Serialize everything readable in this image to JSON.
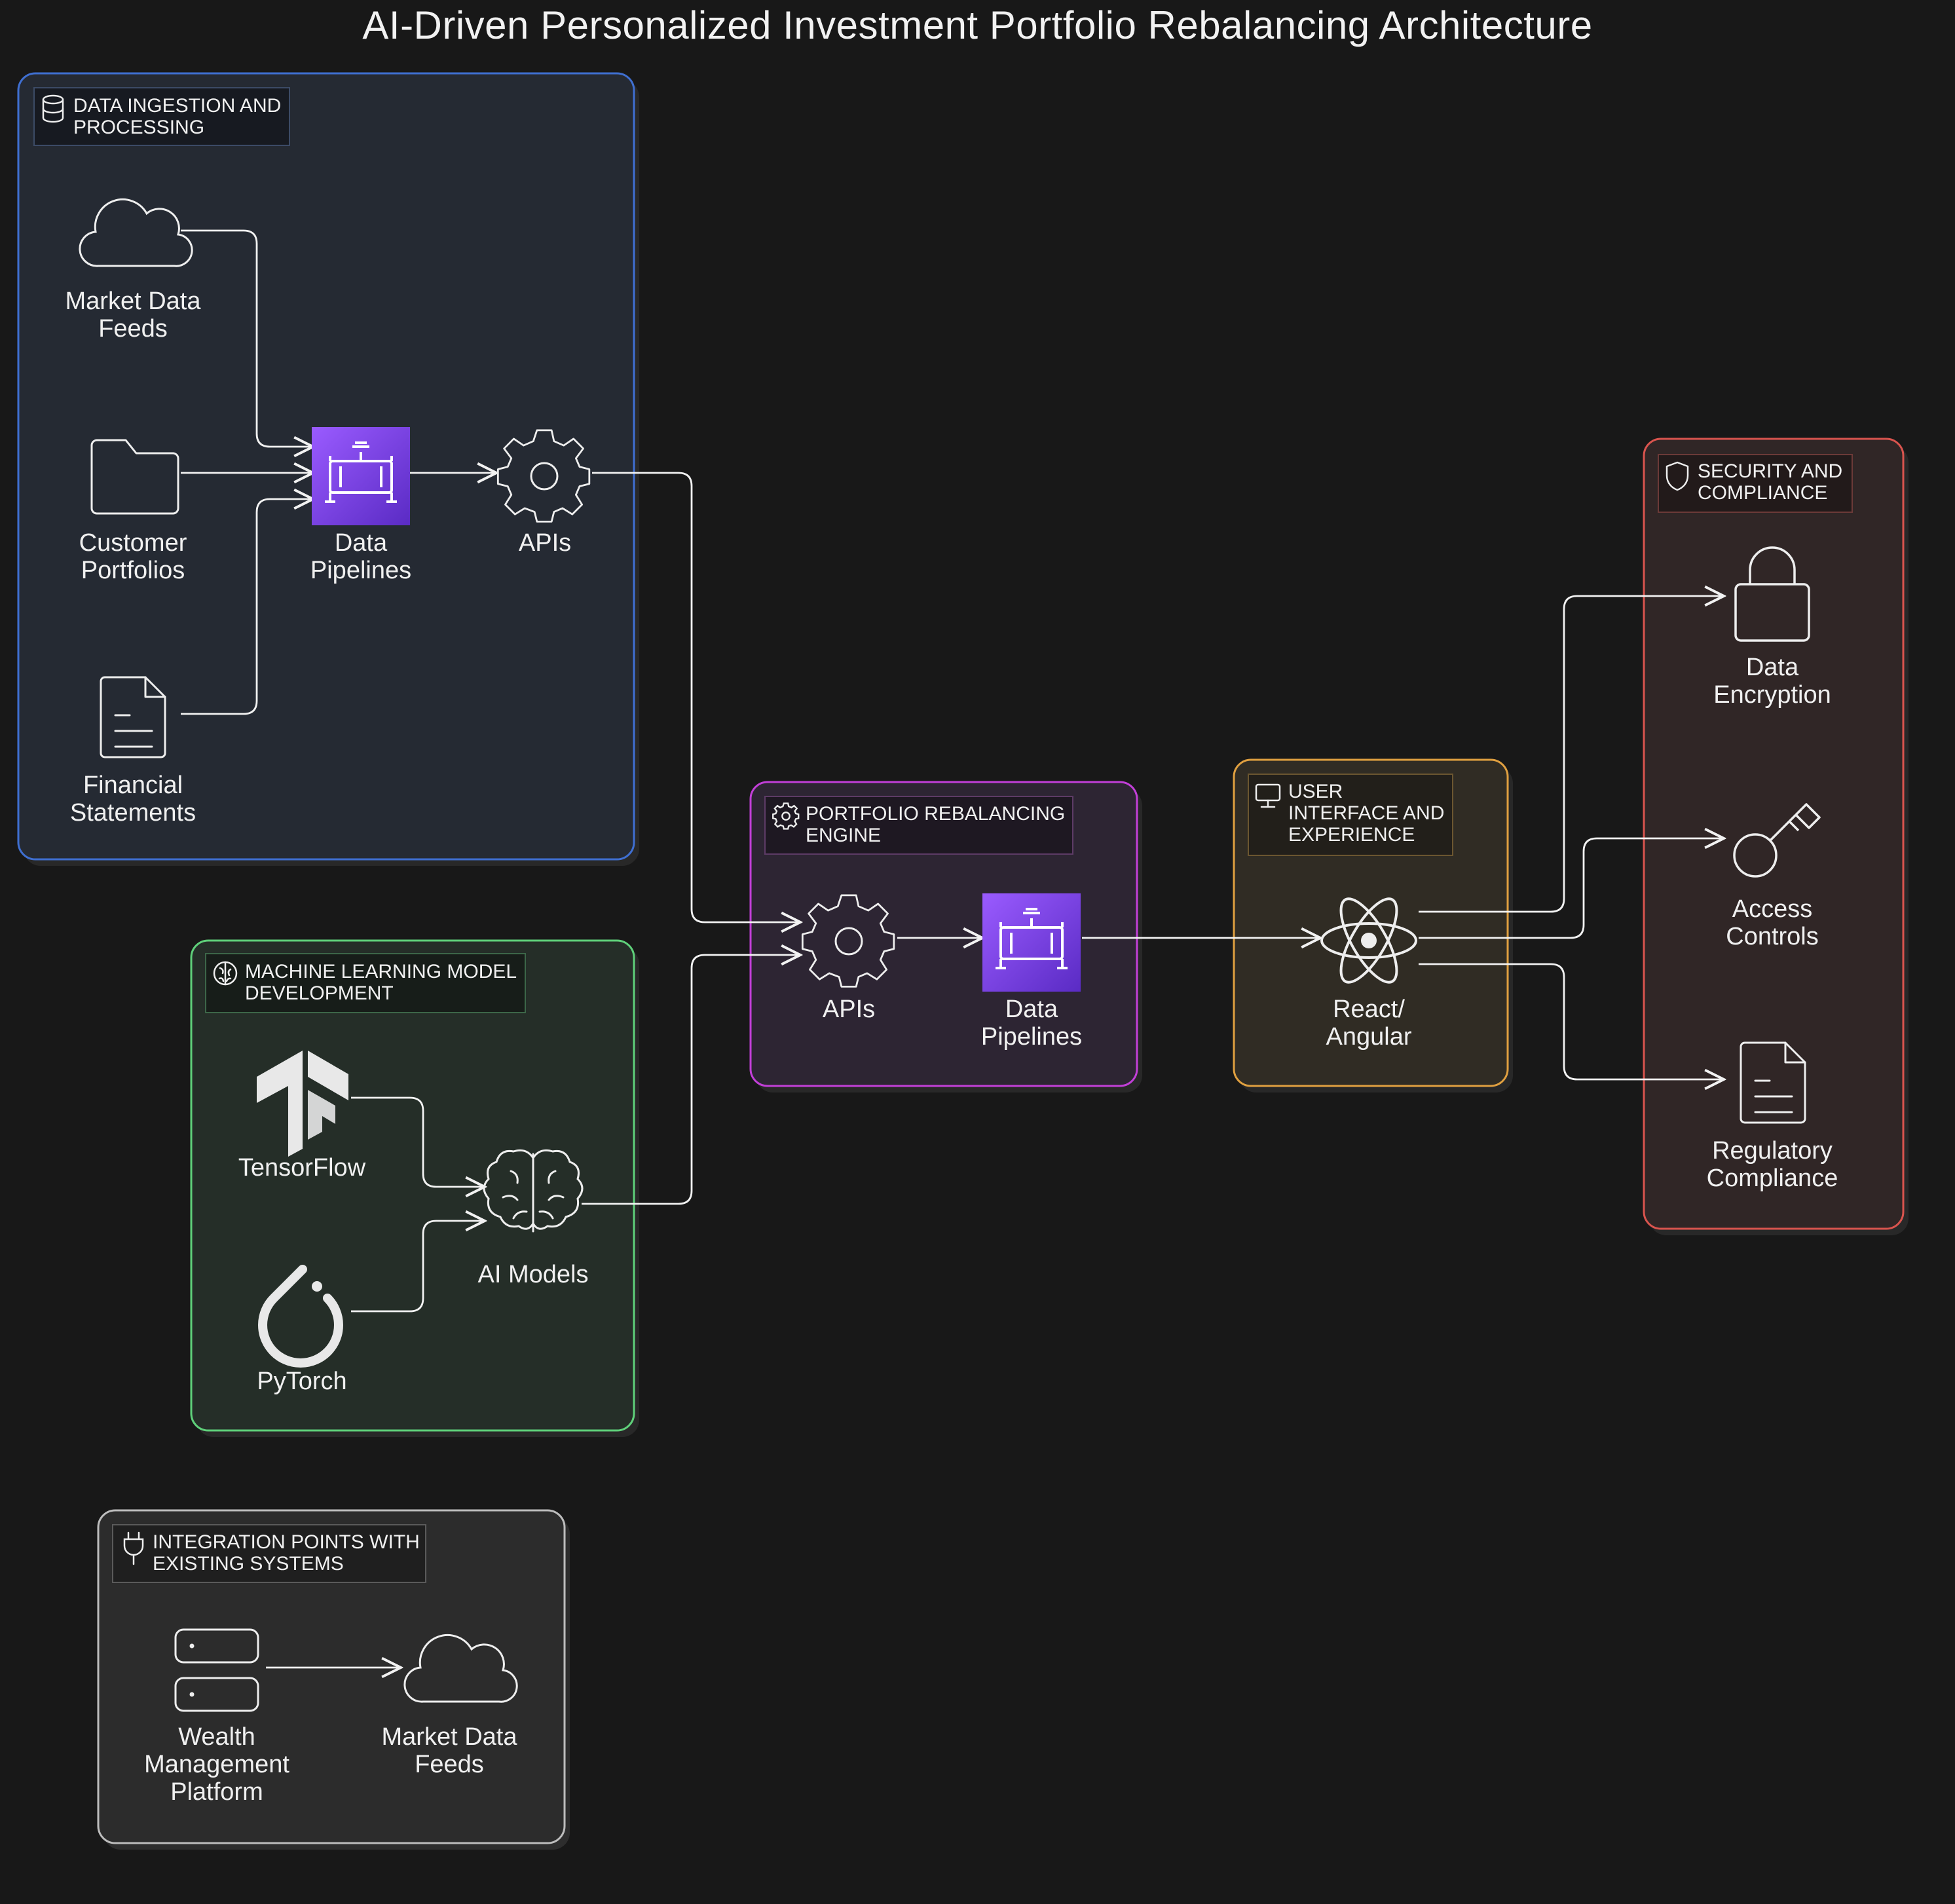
{
  "title": "AI-Driven Personalized Investment Portfolio Rebalancing Architecture",
  "colors": {
    "background": "#181818",
    "ingestion": "#3f6fd1",
    "ml": "#5fd07a",
    "engine": "#c23fd8",
    "ui": "#e0a040",
    "security": "#d9544e",
    "integration": "#bdbdbd",
    "pipeline_icon": "#7b3fe4"
  },
  "groups": {
    "ingestion": {
      "label": "DATA INGESTION AND\nPROCESSING",
      "icon": "database-icon"
    },
    "ml": {
      "label": "MACHINE LEARNING MODEL\nDEVELOPMENT",
      "icon": "brain-icon"
    },
    "engine": {
      "label": "PORTFOLIO REBALANCING\nENGINE",
      "icon": "gear-icon"
    },
    "ui": {
      "label": "USER\nINTERFACE AND\nEXPERIENCE",
      "icon": "monitor-icon"
    },
    "security": {
      "label": "SECURITY AND\nCOMPLIANCE",
      "icon": "shield-icon"
    },
    "integration": {
      "label": "INTEGRATION POINTS WITH\nEXISTING SYSTEMS",
      "icon": "plug-icon"
    }
  },
  "nodes": {
    "market_data_feeds": {
      "label": "Market Data\nFeeds",
      "icon": "cloud-icon"
    },
    "customer_portfolios": {
      "label": "Customer\nPortfolios",
      "icon": "folder-icon"
    },
    "financial_statements": {
      "label": "Financial\nStatements",
      "icon": "document-icon"
    },
    "data_pipelines_ingest": {
      "label": "Data\nPipelines",
      "icon": "pipeline-icon"
    },
    "apis_ingest": {
      "label": "APIs",
      "icon": "gear-icon"
    },
    "tensorflow": {
      "label": "TensorFlow",
      "icon": "tensorflow-icon"
    },
    "pytorch": {
      "label": "PyTorch",
      "icon": "pytorch-icon"
    },
    "ai_models": {
      "label": "AI Models",
      "icon": "brain-icon"
    },
    "apis_engine": {
      "label": "APIs",
      "icon": "gear-icon"
    },
    "data_pipelines_engine": {
      "label": "Data\nPipelines",
      "icon": "pipeline-icon"
    },
    "react_angular": {
      "label": "React/\nAngular",
      "icon": "react-icon"
    },
    "data_encryption": {
      "label": "Data\nEncryption",
      "icon": "lock-icon"
    },
    "access_controls": {
      "label": "Access\nControls",
      "icon": "key-icon"
    },
    "regulatory_compliance": {
      "label": "Regulatory\nCompliance",
      "icon": "document-icon"
    },
    "wealth_platform": {
      "label": "Wealth\nManagement\nPlatform",
      "icon": "server-icon"
    },
    "market_data_feeds_2": {
      "label": "Market Data\nFeeds",
      "icon": "cloud-icon"
    }
  },
  "edges": [
    [
      "market_data_feeds",
      "data_pipelines_ingest"
    ],
    [
      "customer_portfolios",
      "data_pipelines_ingest"
    ],
    [
      "financial_statements",
      "data_pipelines_ingest"
    ],
    [
      "data_pipelines_ingest",
      "apis_ingest"
    ],
    [
      "apis_ingest",
      "apis_engine"
    ],
    [
      "tensorflow",
      "ai_models"
    ],
    [
      "pytorch",
      "ai_models"
    ],
    [
      "ai_models",
      "apis_engine"
    ],
    [
      "apis_engine",
      "data_pipelines_engine"
    ],
    [
      "data_pipelines_engine",
      "react_angular"
    ],
    [
      "react_angular",
      "data_encryption"
    ],
    [
      "react_angular",
      "access_controls"
    ],
    [
      "react_angular",
      "regulatory_compliance"
    ],
    [
      "wealth_platform",
      "market_data_feeds_2"
    ]
  ]
}
